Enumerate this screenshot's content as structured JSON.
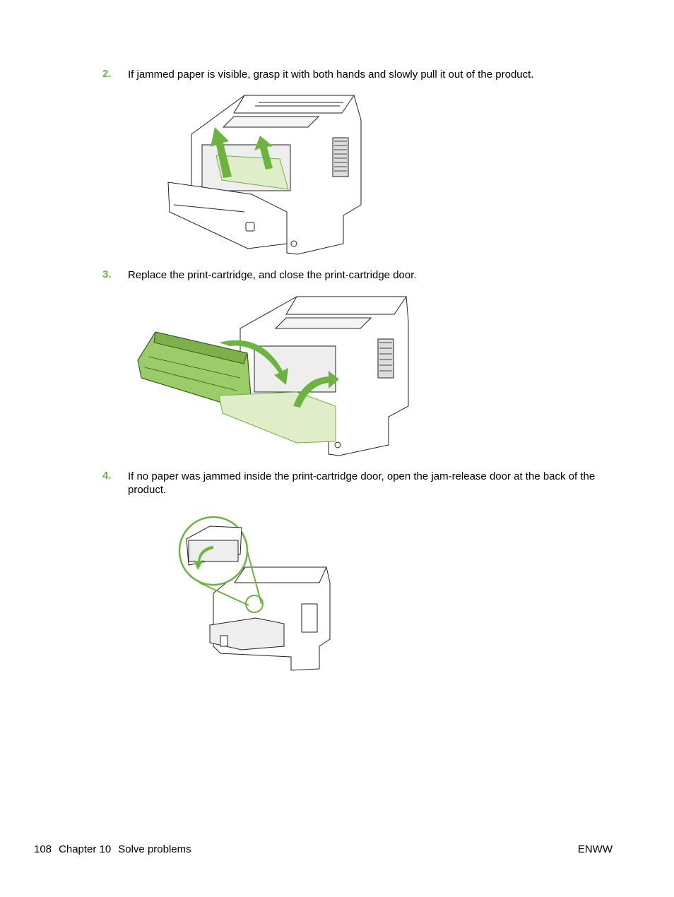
{
  "steps": [
    {
      "number": "2.",
      "text": "If jammed paper is visible, grasp it with both hands and slowly pull it out of the product."
    },
    {
      "number": "3.",
      "text": "Replace the print-cartridge, and close the print-cartridge door."
    },
    {
      "number": "4.",
      "text": "If no paper was jammed inside the print-cartridge door, open the jam-release door at the back of the product."
    }
  ],
  "footer": {
    "page_number": "108",
    "chapter": "Chapter 10",
    "section": "Solve problems",
    "right": "ENWW"
  },
  "colors": {
    "accent": "#6db33f",
    "highlight_fill": "#dfeec8"
  }
}
